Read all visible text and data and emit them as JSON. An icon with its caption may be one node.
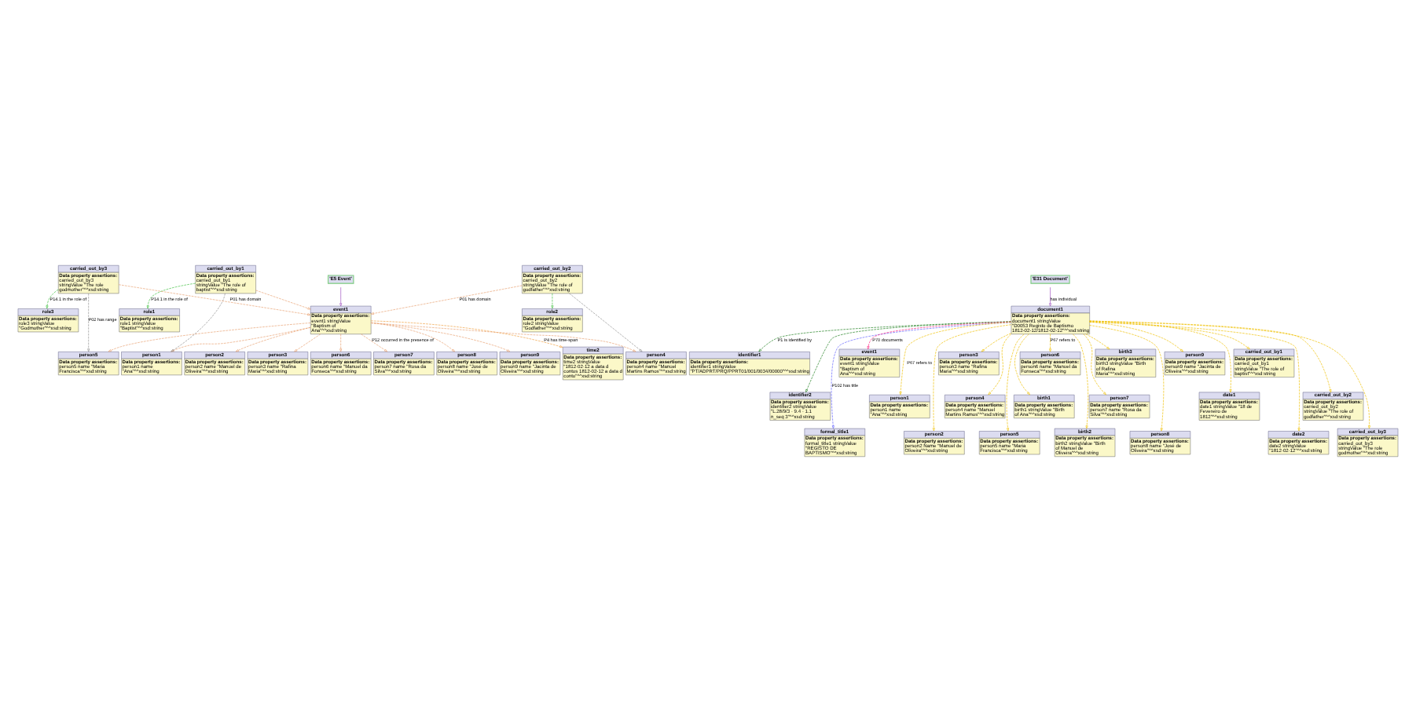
{
  "diagram": {
    "nodes": [
      {
        "text": [
          "'E5 Event'"
        ]
      },
      {
        "text": [
          "time2",
          "Data property assertions:",
          "time2 stringValue \"1812-02-12 a data d contos 1812-02-12 a data d conto\"^^xsd:string"
        ]
      },
      {
        "text": [
          "event1",
          "Data property assertions:",
          "event1 stringValue \"Baptism of Ana\"^^xsd:string"
        ]
      },
      {
        "text": [
          "person2",
          "Data property assertions:",
          "person2 name \"Manuel de Oliveira\"^^xsd:string"
        ]
      },
      {
        "text": [
          "person3",
          "Data property assertions:",
          "person3 name \"Rafina Maria\"^^xsd:string"
        ]
      },
      {
        "text": [
          "person6",
          "Data property assertions:",
          "person6 name \"Manuel da Fonseca\"^^xsd:string"
        ]
      },
      {
        "text": [
          "person7",
          "Data property assertions:",
          "person7 name \"Rosa da Silva\"^^xsd:string"
        ]
      },
      {
        "text": [
          "person8",
          "Data property assertions:",
          "person8 name \"José de Oliveira\"^^xsd:string"
        ]
      },
      {
        "text": [
          "person9",
          "Data property assertions:",
          "person9 name \"Jacinta de Oliveira\"^^xsd:string"
        ]
      },
      {
        "text": [
          "person1",
          "Data property assertions:",
          "person1 name \"Ana\"^^xsd:string"
        ]
      },
      {
        "text": [
          "carried_out_by1",
          "Data property assertions:",
          "carried_out_by1 stringValue \"The role of baptist\"^^xsd:string"
        ]
      },
      {
        "text": [
          "carried_out_by3",
          "Data property assertions:",
          "carried_out_by3 stringValue \"The role godmother\"^^xsd:string"
        ]
      },
      {
        "text": [
          "role1",
          "Data property assertions:",
          "role1 stringValue \"Baptist\"^^xsd:string"
        ]
      },
      {
        "text": [
          "role3",
          "Data property assertions:",
          "role3 stringValue \"Godmother\"^^xsd:string"
        ]
      },
      {
        "text": [
          "carried_out_by2",
          "Data property assertions:",
          "carried_out_by2 stringValue \"The role of godfather\"^^xsd:string"
        ]
      },
      {
        "text": [
          "person5",
          "Data property assertions:",
          "person5 name \"Maria Francisca\"^^xsd:string"
        ]
      },
      {
        "text": [
          "role2",
          "Data property assertions:",
          "role2 stringValue \"Godfather\"^^xsd:string"
        ]
      },
      {
        "text": [
          "person4",
          "Data property assertions:",
          "person4 name \"Manuel Martins Ramos\"^^xsd:string"
        ]
      },
      {
        "text": [
          "identifier1",
          "Data property assertions:",
          "identifier1 stringValue \"PT/ADPRT/PRQ/PPRT01/001/0034/00000\"^^xsd:string"
        ]
      },
      {
        "text": [
          "identifier2",
          "Data property assertions:",
          "identifier2 stringValue \"L.28/9/3 - 9.4 - 1.1 n_seq 3\"^^xsd:string"
        ]
      },
      {
        "text": [
          "formal_title1",
          "Data property assertions:",
          "formal_title1 stringValue \"REGISTO DE BAPTISMO\"^^xsd:string"
        ]
      },
      {
        "text": [
          "'E31 Document'"
        ]
      },
      {
        "text": [
          "event1",
          "Data property assertions:",
          "event1 stringValue \"Baptism of Ana\"^^xsd:string"
        ]
      },
      {
        "text": [
          "person1",
          "Data property assertions:",
          "person1 name \"Ana\"^^xsd:string"
        ]
      },
      {
        "text": [
          "person2",
          "Data property assertions:",
          "person2 Name \"Manuel de Oliveira\"^^xsd:string"
        ]
      },
      {
        "text": [
          "person3",
          "Data property assertions:",
          "person3 name \"Rafina Maria\"^^xsd:string"
        ]
      },
      {
        "text": [
          "document1",
          "Data property assertions:",
          "document1 stringValue \"D0053 Registo de Baptismo 1812-02-12/1812-02-12\"^^xsd:string"
        ]
      },
      {
        "text": [
          "person4",
          "Data property assertions:",
          "person4 name \"Manuel Martins Ramos\"^^xsd:string"
        ]
      },
      {
        "text": [
          "person5",
          "Data property assertions:",
          "person5 name \"Maria Francisca\"^^xsd:string"
        ]
      },
      {
        "text": [
          "birth1",
          "Data property assertions:",
          "birth1 stringValue \"Birth of Ana\"^^xsd:string"
        ]
      },
      {
        "text": [
          "person6",
          "Data property assertions:",
          "person6 name \"Manuel da Fonseca\"^^xsd:string"
        ]
      },
      {
        "text": [
          "birth2",
          "Data property assertions:",
          "birth2 stringValue \"Birth of Manuel de Oliveira\"^^xsd:string"
        ]
      },
      {
        "text": [
          "person7",
          "Data property assertions:",
          "person7 name \"Rosa da Silva\"^^xsd:string"
        ]
      },
      {
        "text": [
          "birth3",
          "Data property assertions:",
          "birth3 stringValue \"Birth of Rafina Maria\"^^xsd:string"
        ]
      },
      {
        "text": [
          "person8",
          "Data property assertions:",
          "person8 name \"José de Oliveira\"^^xsd:string"
        ]
      },
      {
        "text": [
          "person9",
          "Data property assertions:",
          "person9 name \"Jacinta de Oliveira\"^^xsd:string"
        ]
      },
      {
        "text": [
          "date1",
          "Data property assertions:",
          "date1 stringValue \"18 de Fevereiro de 1812\"^^xsd:string"
        ]
      },
      {
        "text": [
          "carried_out_by1",
          "Data property assertions:",
          "carried_out_by1 stringValue \"The role of baptist\"^^xsd:string"
        ]
      },
      {
        "text": [
          "date2",
          "Data property assertions:",
          "date2 stringValue \"1812-02-12\"^^xsd:string"
        ]
      },
      {
        "text": [
          "carried_out_by2",
          "Data property assertions:",
          "carried_out_by2 stringValue \"The role of godfather\"^^xsd:string"
        ]
      },
      {
        "text": [
          "carried_out_by3",
          "Data property assertions:",
          "carried_out_by3 stringValue \"The role godmother\"^^xsd:string"
        ]
      }
    ],
    "edges": [
      {
        "from": 0,
        "to": 2,
        "arrow": "to",
        "color": "#a050c0"
      },
      {
        "from": 2,
        "to": 1,
        "arrow": "to",
        "label": "P4 has time-span",
        "style": "dashed",
        "color": "#f0a040"
      },
      {
        "from": 2,
        "to": 3,
        "arrow": "to",
        "style": "dashed",
        "color": "#e8a070"
      },
      {
        "from": 2,
        "to": 4,
        "arrow": "to",
        "style": "dashed",
        "color": "#e8a070"
      },
      {
        "from": 2,
        "to": 5,
        "arrow": "to",
        "style": "dashed",
        "color": "#e8a070"
      },
      {
        "from": 2,
        "to": 6,
        "arrow": "to",
        "label": "P12 occurred in the presence of",
        "style": "dashed",
        "color": "#e8a070"
      },
      {
        "from": 2,
        "to": 7,
        "arrow": "to",
        "style": "dashed",
        "color": "#e8a070"
      },
      {
        "from": 2,
        "to": 8,
        "arrow": "to",
        "style": "dashed",
        "color": "#e8a070"
      },
      {
        "from": 2,
        "to": 9,
        "arrow": "to",
        "style": "dashed",
        "color": "#e8a070"
      },
      {
        "from": 2,
        "to": 17,
        "arrow": "to",
        "style": "dashed",
        "color": "#e8a070"
      },
      {
        "from": 2,
        "to": 15,
        "arrow": "to",
        "style": "dashed",
        "color": "#e8a070"
      },
      {
        "from": 10,
        "to": 2,
        "arrow": "to",
        "style": "dashed",
        "color": "#e8a070"
      },
      {
        "from": 11,
        "to": 2,
        "arrow": "to",
        "label": "P01 has domain",
        "style": "dashed",
        "color": "#e8a070"
      },
      {
        "from": 14,
        "to": 2,
        "arrow": "to",
        "label": "P01 has domain",
        "style": "dashed",
        "color": "#e8a070"
      },
      {
        "from": 10,
        "to": 12,
        "arrow": "to",
        "label": "P14.1 in the role of",
        "style": "dashed",
        "color": "#40c040"
      },
      {
        "from": 11,
        "to": 13,
        "arrow": "to",
        "label": "P14.1 in the role of",
        "style": "dashed",
        "color": "#40c040"
      },
      {
        "from": 14,
        "to": 16,
        "arrow": "to",
        "style": "dashed",
        "color": "#40c040"
      },
      {
        "from": 10,
        "to": 9,
        "arrow": "to",
        "style": "dashed",
        "color": "#909090"
      },
      {
        "from": 11,
        "to": 15,
        "arrow": "to",
        "label": "P02 has range",
        "style": "dashed",
        "color": "#909090"
      },
      {
        "from": 14,
        "to": 17,
        "arrow": "to",
        "style": "dashed",
        "color": "#909090"
      },
      {
        "from": 21,
        "to": 26,
        "arrow": "to",
        "label": "has individual",
        "color": "#a050c0"
      },
      {
        "from": 26,
        "to": 18,
        "arrow": "to",
        "label": "P1 is identified by",
        "style": "dashed",
        "color": "#208020"
      },
      {
        "from": 26,
        "to": 19,
        "arrow": "to",
        "style": "dashed",
        "color": "#208020"
      },
      {
        "from": 26,
        "to": 20,
        "arrow": "to",
        "label": "P102 has title",
        "style": "dashed",
        "color": "#6060ff"
      },
      {
        "from": 26,
        "to": 22,
        "arrow": "to",
        "label": "P70 documents",
        "style": "dashed",
        "color": "#ff2080"
      },
      {
        "from": 26,
        "to": 23,
        "arrow": "to",
        "label": "P67 refers to",
        "style": "dashed"
      },
      {
        "from": 26,
        "to": 24,
        "arrow": "to",
        "style": "dashed"
      },
      {
        "from": 26,
        "to": 25,
        "arrow": "to",
        "style": "dashed"
      },
      {
        "from": 26,
        "to": 27,
        "arrow": "to",
        "style": "dashed"
      },
      {
        "from": 26,
        "to": 28,
        "arrow": "to",
        "style": "dashed"
      },
      {
        "from": 26,
        "to": 30,
        "arrow": "to",
        "label": "P67 refers to",
        "style": "dashed"
      },
      {
        "from": 26,
        "to": 32,
        "arrow": "to",
        "style": "dashed"
      },
      {
        "from": 26,
        "to": 34,
        "arrow": "to",
        "style": "dashed"
      },
      {
        "from": 26,
        "to": 35,
        "arrow": "to",
        "style": "dashed"
      },
      {
        "from": 26,
        "to": 29,
        "arrow": "to",
        "style": "dashed"
      },
      {
        "from": 26,
        "to": 31,
        "arrow": "to",
        "style": "dashed"
      },
      {
        "from": 26,
        "to": 33,
        "arrow": "to",
        "style": "dashed"
      },
      {
        "from": 26,
        "to": 36,
        "arrow": "to",
        "style": "dashed"
      },
      {
        "from": 26,
        "to": 38,
        "arrow": "to",
        "style": "dashed"
      },
      {
        "from": 26,
        "to": 37,
        "arrow": "to",
        "style": "dashed"
      },
      {
        "from": 26,
        "to": 39,
        "arrow": "to",
        "style": "dashed"
      },
      {
        "from": 26,
        "to": 40,
        "arrow": "to",
        "style": "dashed"
      }
    ]
  }
}
